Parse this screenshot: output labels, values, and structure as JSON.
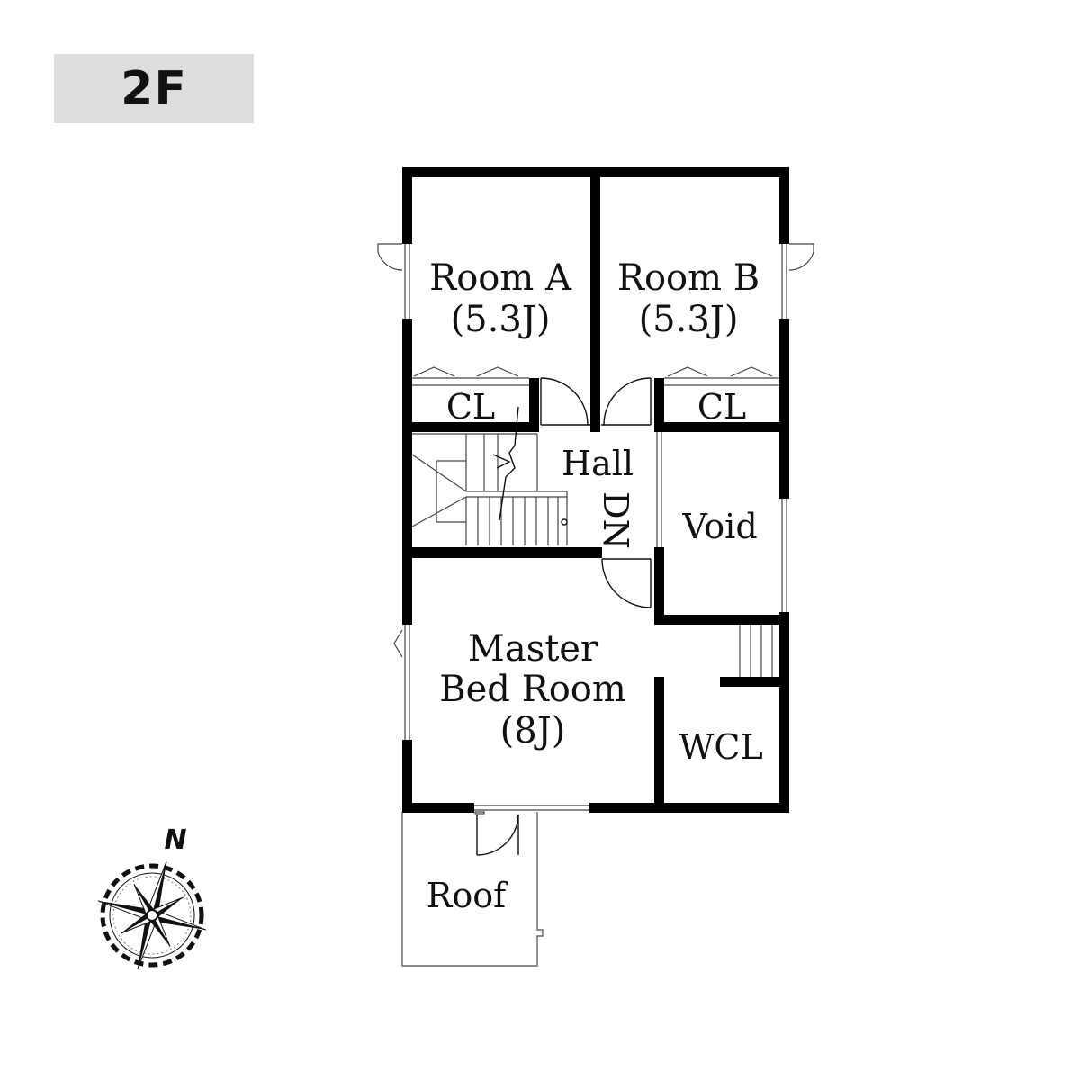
{
  "floor": {
    "label": "2F"
  },
  "rooms": {
    "room_a": {
      "name": "Room A",
      "size": "(5.3J)"
    },
    "room_b": {
      "name": "Room B",
      "size": "(5.3J)"
    },
    "closet_a": {
      "name": "CL"
    },
    "closet_b": {
      "name": "CL"
    },
    "hall": {
      "name": "Hall"
    },
    "stairs": {
      "direction": "DN"
    },
    "void": {
      "name": "Void"
    },
    "master": {
      "line1": "Master",
      "line2": "Bed Room",
      "size": "(8J)"
    },
    "wcl": {
      "name": "WCL"
    },
    "roof": {
      "name": "Roof"
    }
  },
  "compass": {
    "north_label": "N"
  }
}
